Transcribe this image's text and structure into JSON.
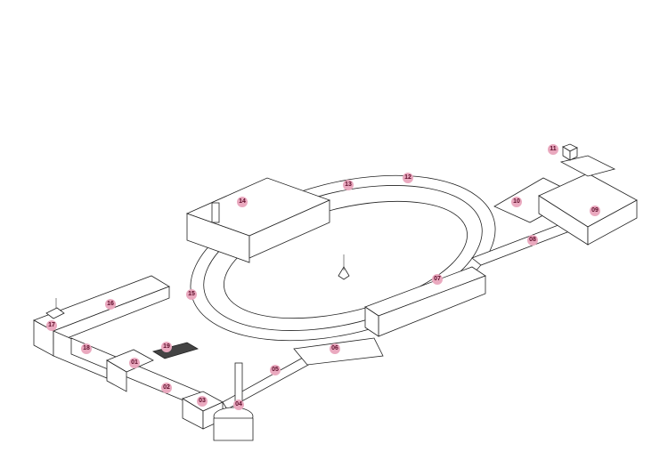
{
  "labels": [
    {
      "id": "01"
    },
    {
      "id": "02"
    },
    {
      "id": "03"
    },
    {
      "id": "04"
    },
    {
      "id": "05"
    },
    {
      "id": "06"
    },
    {
      "id": "07"
    },
    {
      "id": "08"
    },
    {
      "id": "09"
    },
    {
      "id": "10"
    },
    {
      "id": "11"
    },
    {
      "id": "12"
    },
    {
      "id": "13"
    },
    {
      "id": "14"
    },
    {
      "id": "15"
    },
    {
      "id": "16"
    },
    {
      "id": "17"
    },
    {
      "id": "18"
    },
    {
      "id": "19"
    }
  ],
  "colors": {
    "badge": "#eaa9bf",
    "badge_text": "#5e0d2a",
    "line": "#222222"
  }
}
